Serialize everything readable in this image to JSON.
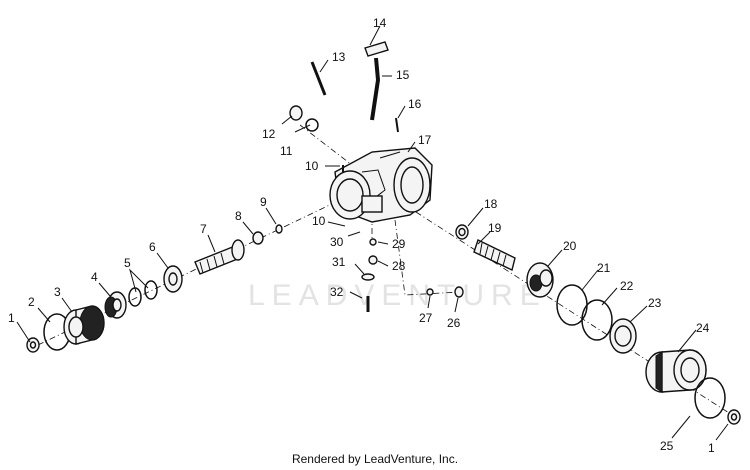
{
  "watermark": "LEADVENTURE",
  "footer_text": "Rendered by LeadVenture, Inc.",
  "part_numbers": {
    "p1a": "1",
    "p2": "2",
    "p3": "3",
    "p4": "4",
    "p5": "5",
    "p6": "6",
    "p7": "7",
    "p8": "8",
    "p9": "9",
    "p10a": "10",
    "p10b": "10",
    "p11": "11",
    "p12": "12",
    "p13": "13",
    "p14": "14",
    "p15": "15",
    "p16": "16",
    "p17": "17",
    "p18": "18",
    "p19": "19",
    "p20": "20",
    "p21": "21",
    "p22": "22",
    "p23": "23",
    "p24": "24",
    "p25": "25",
    "p1b": "1",
    "p26": "26",
    "p27": "27",
    "p28": "28",
    "p29": "29",
    "p30": "30",
    "p31": "31",
    "p32": "32"
  }
}
